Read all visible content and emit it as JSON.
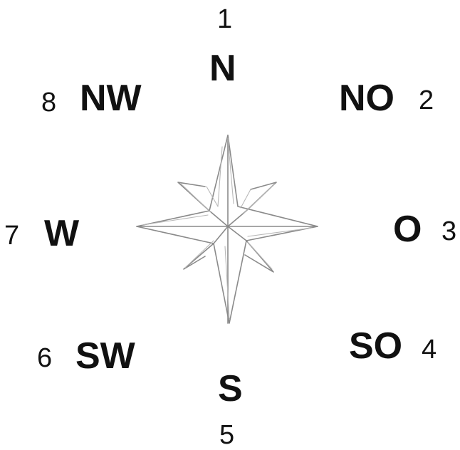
{
  "compass": {
    "points": [
      {
        "direction": "N",
        "number": "1"
      },
      {
        "direction": "NO",
        "number": "2"
      },
      {
        "direction": "O",
        "number": "3"
      },
      {
        "direction": "SO",
        "number": "4"
      },
      {
        "direction": "S",
        "number": "5"
      },
      {
        "direction": "SW",
        "number": "6"
      },
      {
        "direction": "W",
        "number": "7"
      },
      {
        "direction": "NW",
        "number": "8"
      }
    ]
  },
  "colors": {
    "text": "#111111",
    "sketch": "#8a8a8a",
    "sketch_light": "#b8b8b8"
  },
  "icons": {
    "rose": "compass-rose-icon"
  }
}
